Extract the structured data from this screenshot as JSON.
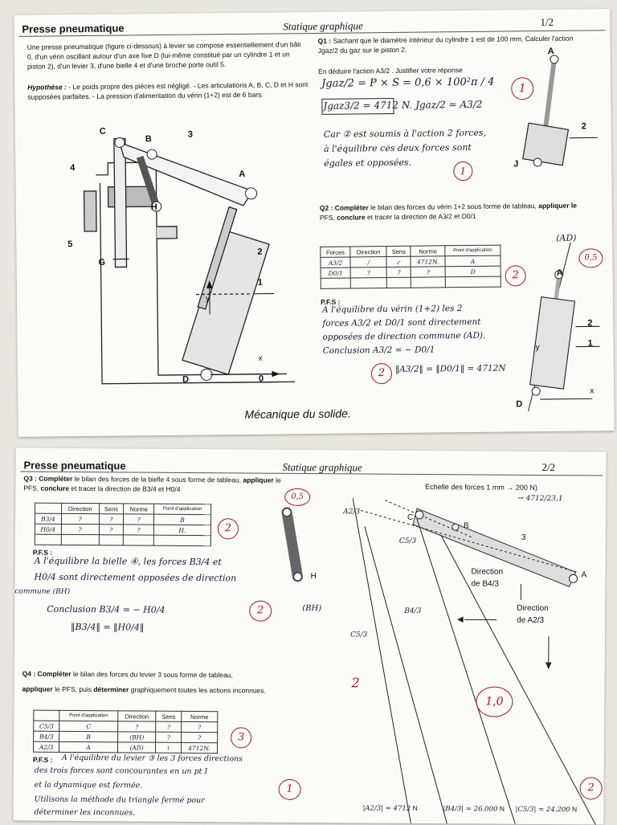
{
  "page1": {
    "title": "Presse pneumatique",
    "subtitle": "Statique graphique",
    "page_number": "1/2",
    "intro": "Une presse pneumatique (figure ci-dessous) à levier se compose essentiellement d'un bâti 0, d'un vérin oscillant autour d'un axe fixe D (lui-même constitué par un cylindre 1 et un piston 2), d'un levier 3, d'une bielle 4 et d'une broche porte outil 5.",
    "hypothesis_label": "Hypothèse :",
    "hypothesis_text": "- Le poids propre des pièces est négligé. - Les articulations A, B, C, D et H sont supposées parfaites. - La pression d'alimentation du vérin (1+2) est de 6 bars.",
    "q1_label": "Q1 :",
    "q1_text": "Sachant que le diamètre intérieur du cylindre 1 est de 100 mm, Calculer l'action Jgaz/2 du gaz sur le piston 2.",
    "q1_sub": "En déduire l'action A3/2 . Justifier votre réponse",
    "q1_hand": [
      "Jgaz/2 = P × S = 0,6 × 100²π / 4",
      "Jgaz3/2 = 4712 N.     Jgaz/2 = A3/2",
      "Car ② est soumis à l'action 2 forces,",
      "à l'équilibre ces deux forces sont",
      "égales et opposées."
    ],
    "q1_score": "1",
    "q1_score2": "1",
    "q2_label": "Q2 :",
    "q2_text_bold": "Compléter",
    "q2_text": "le bilan des forces du vérin 1+2 sous forme de tableau,",
    "q2_text_bold2": "appliquer le",
    "q2_text2": "PFS,",
    "q2_text_bold3": "conclure",
    "q2_text3": "et tracer la direction de A3/2 et D0/1",
    "q2_table": {
      "headers": [
        "Forces",
        "Direction",
        "Sens",
        "Norme",
        "Point d'application"
      ],
      "rows": [
        [
          "A3/2",
          "/",
          "↙",
          "4712N.",
          "A"
        ],
        [
          "D0/1",
          "?",
          "?",
          "?",
          "D"
        ]
      ]
    },
    "q2_score": "2",
    "q2_score_side": "0,5",
    "pfs_label": "P.F.S :",
    "pfs_hand": [
      "A l'équilibre du vérin (1+2) les 2",
      "forces A3/2 et D0/1 sont directement",
      "opposées de direction commune (AD).",
      "Conclusion  A3/2 = − D0/1",
      "‖A3/2‖ = ‖D0/1‖ = 4712N"
    ],
    "pfs_score": "2",
    "ad_label": "(AD)",
    "fig_labels": {
      "c": "C",
      "b": "B",
      "a": "A",
      "h": "H",
      "g": "G",
      "d": "D",
      "n3": "3",
      "n4": "4",
      "n5": "5",
      "n2": "2",
      "n1": "1",
      "n0": "0",
      "x": "x",
      "y": "y",
      "ra": "A",
      "r2": "2",
      "rj": "J",
      "r1": "1",
      "r2b": "2",
      "rd": "D",
      "rx": "x",
      "ry": "y"
    },
    "footer": "Mécanique du solide."
  },
  "page2": {
    "title": "Presse pneumatique",
    "subtitle": "Statique graphique",
    "page_number": "2/2",
    "q3_label": "Q3 :",
    "q3_bold": "Compléter",
    "q3_text": "le bilan des forces de la bielle 4 sous forme de tableau,",
    "q3_bold2": "appliquer",
    "q3_text2": "le",
    "q3_line2_a": "PFS,",
    "q3_line2_bold": "conclure",
    "q3_line2_b": "et tracer la direction de B3/4 et H0/4",
    "q3_table": {
      "headers": [
        "",
        "Direction",
        "Sens",
        "Norme",
        "Point d'application"
      ],
      "rows": [
        [
          "B3/4",
          "?",
          "?",
          "?",
          "B"
        ],
        [
          "H0/4",
          "?",
          "?",
          "?",
          "H."
        ]
      ]
    },
    "q3_score": "2",
    "q3_side_score": "0,5",
    "pfs3_label": "P.F.S :",
    "pfs3_hand": [
      "A l'équilibre la bielle ④, les forces B3/4 et",
      "H0/4 sont directement opposées de direction",
      "commune (BH)",
      "Conclusion  B3/4 = − H0/4",
      "‖B3/4‖ = ‖H0/4‖"
    ],
    "pfs3_score": "2",
    "bh_label": "(BH)",
    "bielle_h": "H",
    "q4_label": "Q4 :",
    "q4_bold": "Compléter",
    "q4_text": "le bilan des forces du levier 3 sous forme de tableau,",
    "q4_line2_bold": "appliquer",
    "q4_line2_a": "le PFS, puis",
    "q4_line2_bold2": "déterminer",
    "q4_line2_b": "graphiquement toutes les actions inconnues.",
    "q4_table": {
      "headers": [
        "",
        "Point d'application",
        "Direction",
        "Sens",
        "Norme"
      ],
      "rows": [
        [
          "C5/3",
          "C",
          "?",
          "?",
          "?"
        ],
        [
          "B4/3",
          "B",
          "(BH)",
          "?",
          "?"
        ],
        [
          "A2/3",
          "A",
          "(AD)",
          "↓",
          "4712N."
        ]
      ]
    },
    "q4_score": "3",
    "pfs4_label": "P.F.S :",
    "pfs4_hand": [
      "A l'équilibre du levier ③ les 3 forces directions",
      "des trois forces sont concourantes en un pt I",
      "et la dynamique est fermée.",
      "Utilisons la méthode du triangle fermé pour",
      "déterminer les inconnues."
    ],
    "pfs4_score": "1",
    "scale_text": "Échelle des forces 1 mm → 200 N)",
    "scale_hand": "→ 4712/23,1",
    "dir_b": "Direction",
    "dir_b2": "de B4/3",
    "dir_a": "Direction",
    "dir_a2": "de A2/3",
    "lever_c": "C",
    "lever_b": "B",
    "lever_a": "A",
    "lever_3": "3",
    "vec_a23": "A2/3",
    "vec_c53": "C5/3",
    "vec_b43": "B4/3",
    "vec_c53b": "C5/3",
    "big_score": "1,0",
    "score_2_circle": "2",
    "score_2_graph": "2",
    "results": [
      {
        "label": "|A2/3| = 4712",
        "unit": "N"
      },
      {
        "label": "|B4/3| = 26.000",
        "unit": "N"
      },
      {
        "label": "|C5/3| = 24.200",
        "unit": "N"
      }
    ]
  }
}
